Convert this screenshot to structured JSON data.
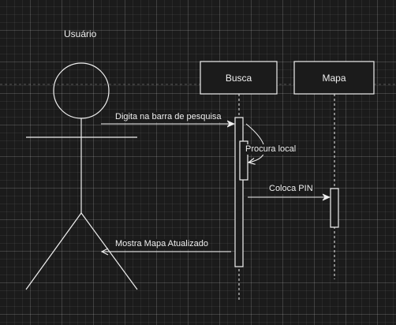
{
  "actor": {
    "name": "Usuário"
  },
  "lifelines": [
    {
      "id": "busca",
      "label": "Busca"
    },
    {
      "id": "mapa",
      "label": "Mapa"
    }
  ],
  "messages": [
    {
      "id": "m1",
      "label": "Digita na barra de pesquisa",
      "from": "Usuário",
      "to": "Busca"
    },
    {
      "id": "m2",
      "label": "Procura local",
      "from": "Busca",
      "to": "Busca"
    },
    {
      "id": "m3",
      "label": "Coloca PIN",
      "from": "Busca",
      "to": "Mapa"
    },
    {
      "id": "m4",
      "label": "Mostra Mapa Atualizado",
      "from": "Busca",
      "to": "Usuário"
    }
  ],
  "colors": {
    "background": "#1b1b1b",
    "stroke": "#f0f0f0",
    "text": "#f0f0f0"
  }
}
